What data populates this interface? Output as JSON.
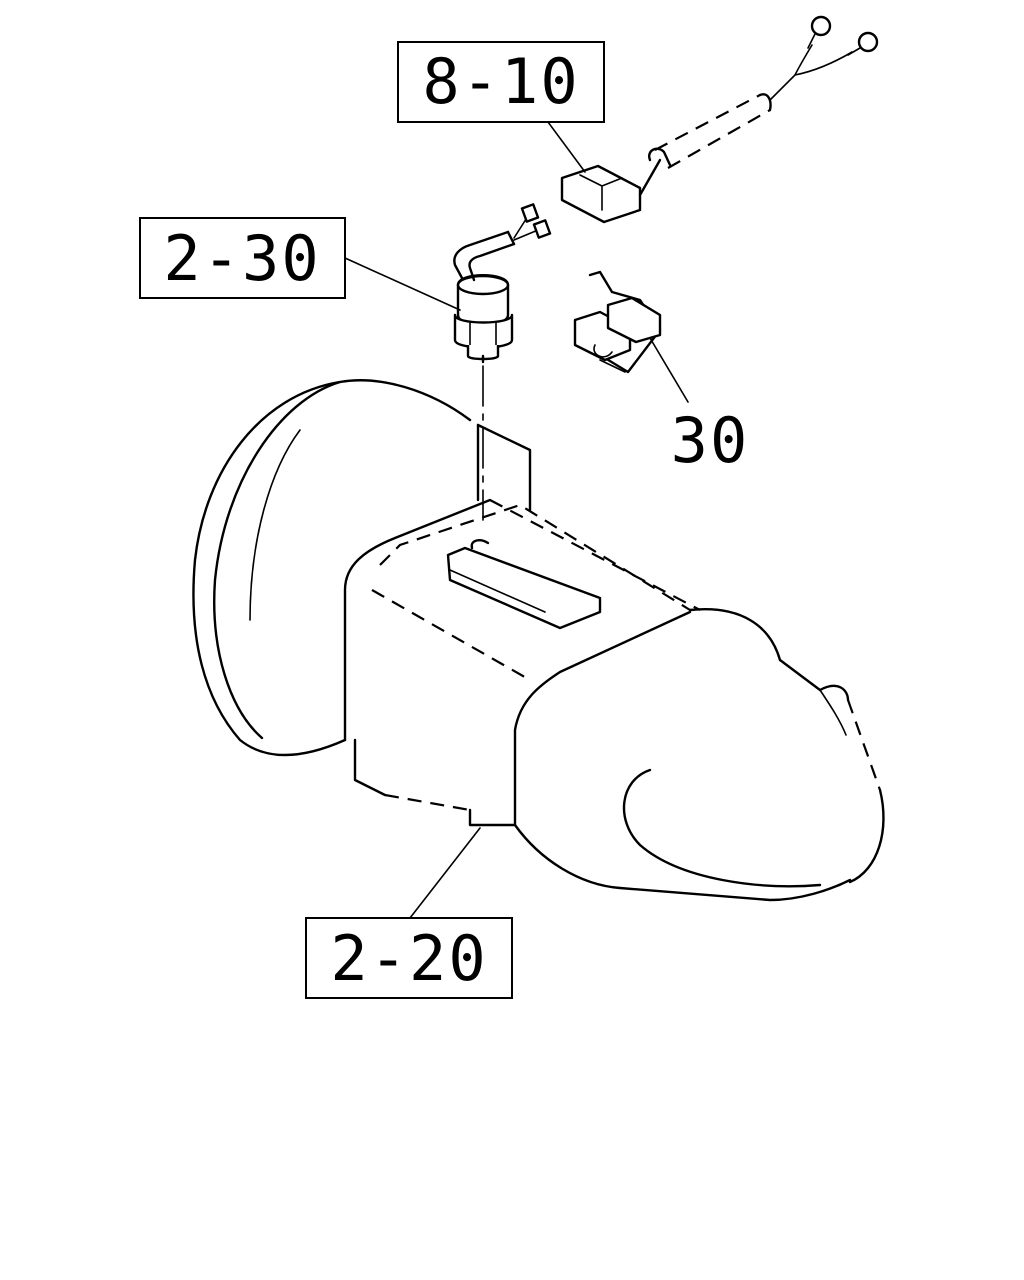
{
  "callouts": {
    "harness_ref": "8-10",
    "switch_ref": "2-30",
    "bracket_ref": "30",
    "transmission_ref": "2-20"
  },
  "colors": {
    "line": "#000000",
    "background": "#ffffff"
  }
}
